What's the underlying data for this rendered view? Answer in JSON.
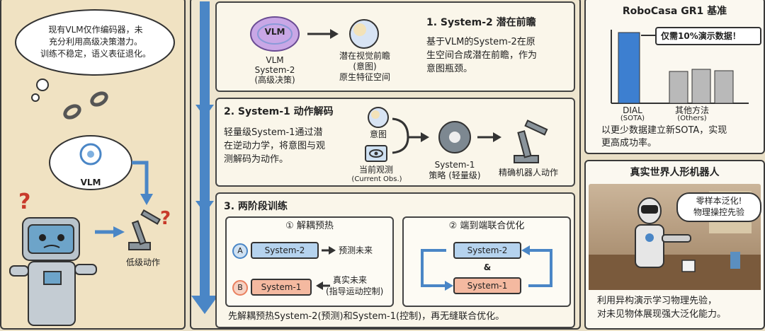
{
  "left": {
    "thought": [
      "现有VLM仅作编码器，未",
      "充分利用高级决策潜力。",
      "训练不稳定，语义表征退化。"
    ],
    "vlm_label": "VLM",
    "low_level_label": "低级动作",
    "question_mark": "?"
  },
  "stage1": {
    "title": "1. System-2 潜在前瞻",
    "desc": [
      "基于VLM的System-2在原",
      "生空间合成潜在前瞻，作为",
      "意图瓶颈。"
    ],
    "brain_label": "VLM",
    "vlm_caption": [
      "VLM",
      "System-2",
      "(高级决策)"
    ],
    "orb_caption": [
      "潜在视觉前瞻",
      "(意图)",
      "原生特征空间"
    ]
  },
  "stage2": {
    "title": "2. System-1 动作解码",
    "desc": [
      "轻量级System-1通过潜",
      "在逆动力学，将意图与观",
      "测解码为动作。"
    ],
    "intent": "意图",
    "obs": "当前观测",
    "obs_en": "(Current Obs.)",
    "policy": [
      "System-1",
      "策略 (轻量级)"
    ],
    "action": "精确机器人动作"
  },
  "stage3": {
    "title": "3. 两阶段训练",
    "left_title": "① 解耦预热",
    "right_title": "② 端到端联合优化",
    "a_label": "A",
    "b_label": "B",
    "sys2": "System-2",
    "sys1": "System-1",
    "predict": "预测未来",
    "real_future": "真实未来",
    "guide": "(指导运动控制)",
    "amp": "&",
    "footer": "先解耦预热System-2(预测)和System-1(控制)，再无缝联合优化。"
  },
  "bench": {
    "title": "RoboCasa GR1 基准",
    "callout": "仅需10%演示数据！",
    "dial": "DIAL",
    "sota": "(SOTA)",
    "others": "其他方法",
    "others_en": "(Others)",
    "caption": [
      "以更少数据建立新SOTA，实现",
      "更高成功率。"
    ]
  },
  "chart_data": {
    "type": "bar",
    "categories": [
      "DIAL (SOTA)",
      "其他方法 (Others)",
      "",
      ""
    ],
    "values": [
      100,
      45,
      48,
      46
    ],
    "title": "RoboCasa GR1 基准",
    "xlabel": "",
    "ylabel": ""
  },
  "real": {
    "title": "真实世界人形机器人",
    "bubble": [
      "零样本泛化!",
      "物理操控先验"
    ],
    "caption": [
      "利用异构演示学习物理先验，",
      "对未见物体展现强大泛化能力。"
    ]
  },
  "colors": {
    "accent_blue": "#4a86c6",
    "accent_red": "#e9805f",
    "bar_blue": "#3d7fd0",
    "bar_gray": "#b9b9b9"
  }
}
